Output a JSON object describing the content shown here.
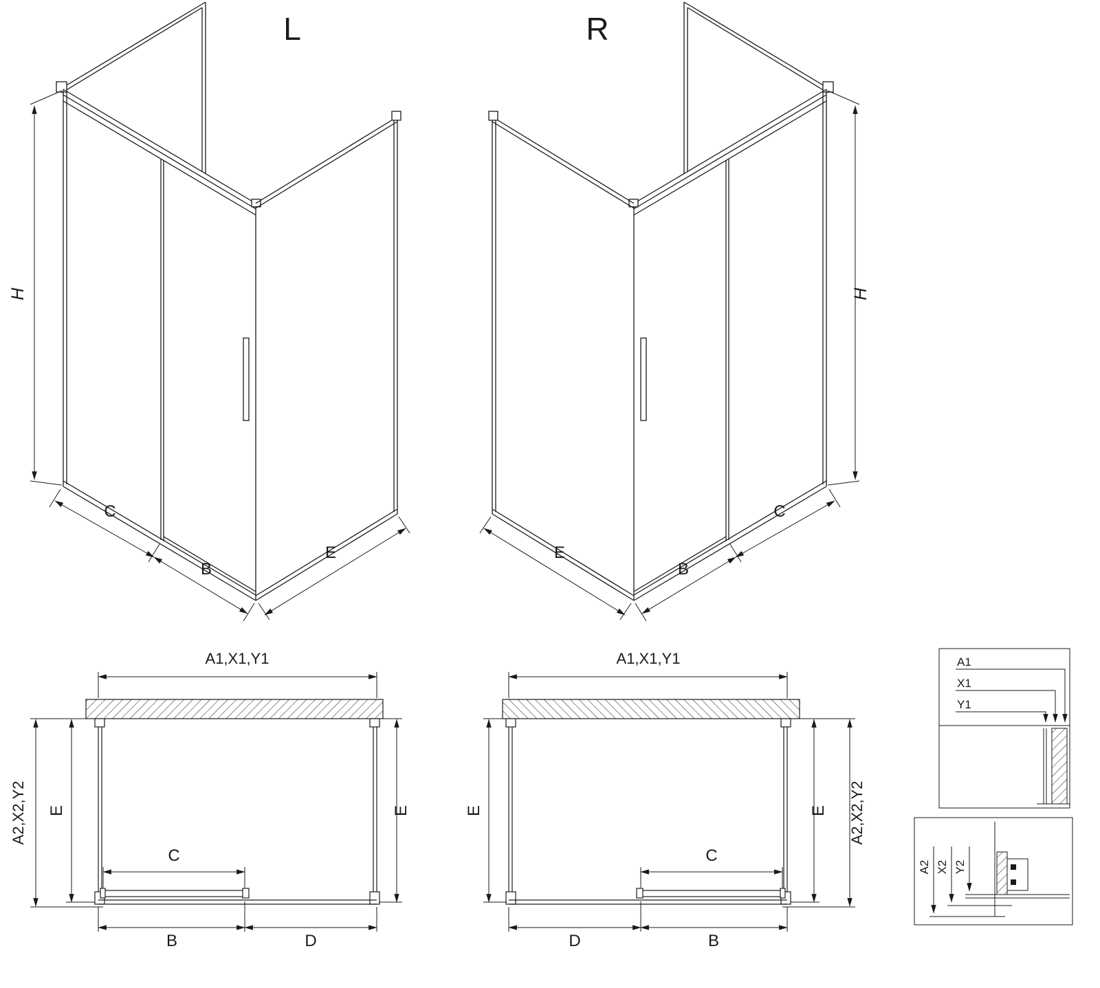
{
  "drawing": {
    "iso_left": {
      "title": "L",
      "dim_h": "H",
      "dim_c": "C",
      "dim_b": "B",
      "dim_e": "E"
    },
    "iso_right": {
      "title": "R",
      "dim_h": "H",
      "dim_c": "C",
      "dim_b": "B",
      "dim_e": "E"
    },
    "plan_left": {
      "dim_width": "A1,X1,Y1",
      "dim_depth": "A2,X2,Y2",
      "dim_e_left": "E",
      "dim_e_right": "E",
      "dim_c": "C",
      "dim_b": "B",
      "dim_d": "D"
    },
    "plan_right": {
      "dim_width": "A1,X1,Y1",
      "dim_depth": "A2,X2,Y2",
      "dim_e_left": "E",
      "dim_e_right": "E",
      "dim_c": "C",
      "dim_b": "B",
      "dim_d": "D"
    },
    "detail_top": {
      "dim_a1": "A1",
      "dim_x1": "X1",
      "dim_y1": "Y1"
    },
    "detail_bottom": {
      "dim_a2": "A2",
      "dim_x2": "X2",
      "dim_y2": "Y2"
    }
  }
}
